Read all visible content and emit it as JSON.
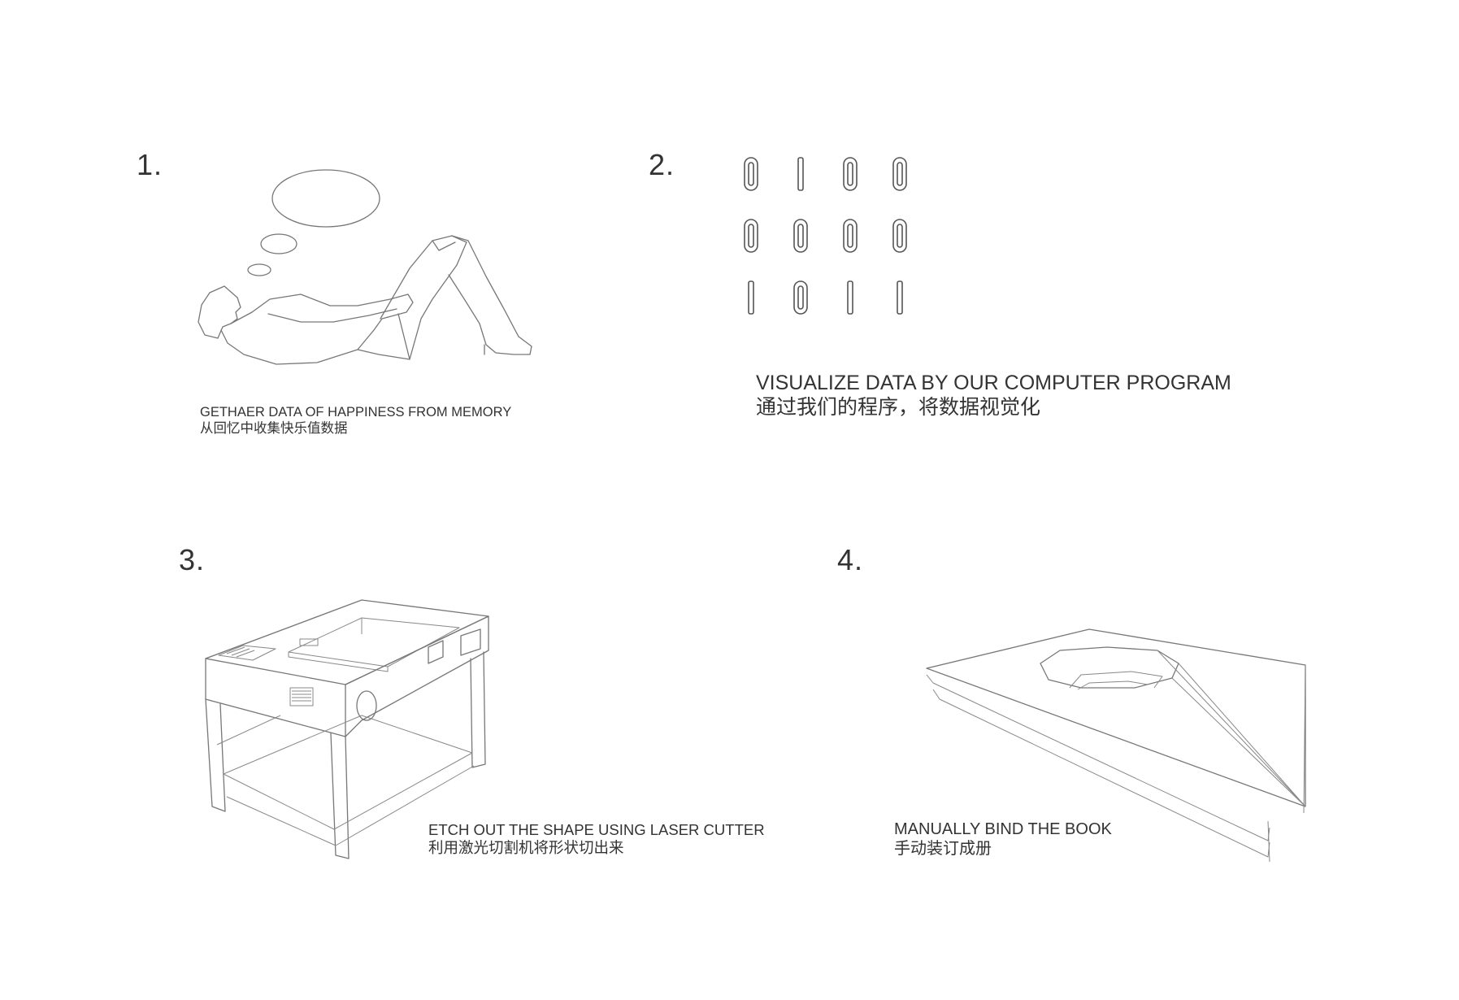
{
  "steps": [
    {
      "number": "1.",
      "caption_en": "GETHAER DATA OF HAPPINESS  FROM MEMORY",
      "caption_zh": "从回忆中收集快乐值数据",
      "illustration": "person-lying-thinking-icon"
    },
    {
      "number": "2.",
      "caption_en": "VISUALIZE DATA BY OUR COMPUTER PROGRAM",
      "caption_zh": "通过我们的程序，将数据视觉化",
      "illustration": "binary-digits-icon",
      "binary_rows": [
        [
          "0",
          "1",
          "0",
          "0"
        ],
        [
          "0",
          "0",
          "0",
          "0"
        ],
        [
          "1",
          "0",
          "1",
          "1"
        ]
      ]
    },
    {
      "number": "3.",
      "caption_en": "ETCH OUT THE SHAPE USING LASER CUTTER",
      "caption_zh": "利用激光切割机将形状切出来",
      "illustration": "laser-cutter-icon"
    },
    {
      "number": "4.",
      "caption_en": "MANUALLY BIND THE BOOK",
      "caption_zh": "手动装订成册",
      "illustration": "layered-book-icon"
    }
  ]
}
